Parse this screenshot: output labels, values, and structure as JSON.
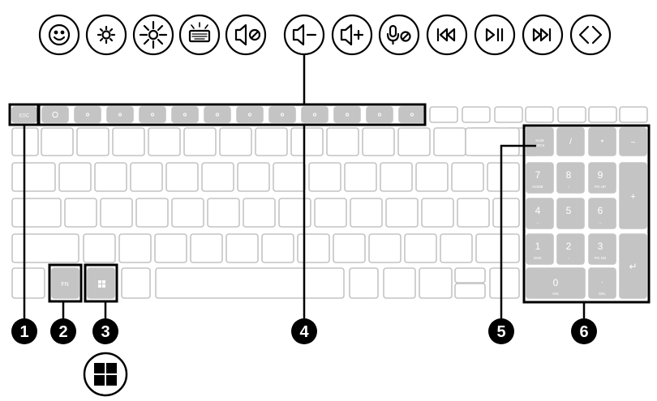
{
  "keys": {
    "esc": "ESC",
    "fn": "FN",
    "num_lock_line1": "NUM",
    "num_lock_line2": "LOCK",
    "slash": "/",
    "asterisk": "*",
    "minus": "−",
    "plus": "+",
    "enter": "↵",
    "num7": "7",
    "num7_sub": "HOME",
    "num8": "8",
    "num8_sub": "↑",
    "num9": "9",
    "num9_sub": "PG UP",
    "num4": "4",
    "num4_sub": "←",
    "num5": "5",
    "num6": "6",
    "num6_sub": "→",
    "num1": "1",
    "num1_sub": "END",
    "num2": "2",
    "num2_sub": "↓",
    "num3": "3",
    "num3_sub": "PG DN",
    "num0": "0",
    "num0_sub": "INS",
    "dot": ".",
    "dot_sub": "DEL"
  },
  "callouts": [
    "1",
    "2",
    "3",
    "4",
    "5",
    "6"
  ],
  "top_icons": [
    "smiley-icon",
    "brightness-down-icon",
    "brightness-up-icon",
    "keyboard-backlight-icon",
    "speaker-mute-icon",
    "volume-down-icon",
    "volume-up-icon",
    "microphone-mute-icon",
    "previous-track-icon",
    "play-pause-icon",
    "next-track-icon",
    "switch-screen-icon"
  ],
  "colors": {
    "key_fill": "#c4c4c4",
    "key_outline": "#c4c4c4",
    "highlight": "#000000",
    "callout": "#000000"
  }
}
